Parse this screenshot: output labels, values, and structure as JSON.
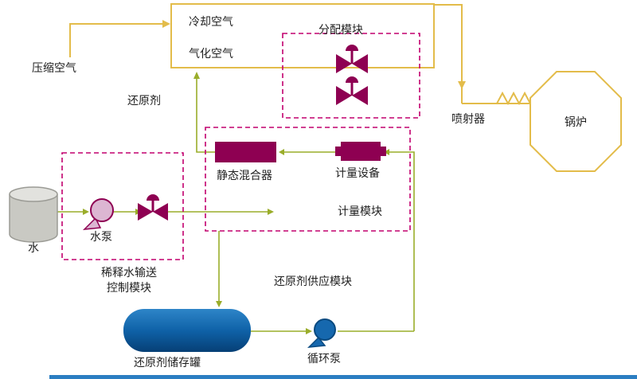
{
  "page": {
    "background": "#ffffff",
    "footer_bar_color": "#2b7ec2"
  },
  "diagram": {
    "labels": {
      "compressed_air": "压缩空气",
      "cooling_air": "冷却空气",
      "gasification_air": "气化空气",
      "distribution_module": "分配模块",
      "reducing_agent": "还原剂",
      "injector": "喷射器",
      "boiler": "锅炉",
      "static_mixer": "静态混合器",
      "metering_device": "计量设备",
      "metering_module": "计量模块",
      "water": "水",
      "water_pump": "水泵",
      "dilution_module_line1": "稀释水输送",
      "dilution_module_line2": "控制模块",
      "reducing_agent_supply_module": "还原剂供应模块",
      "storage_tank": "还原剂储存罐",
      "circulation_pump": "循环泵"
    },
    "colors": {
      "air_line": "#e3bc4a",
      "liquid_line": "#9aad2a",
      "module_border": "#c2006e",
      "equipment_fill": "#8e0052",
      "water_pump_fill": "#dcb6d2",
      "tank_gray": "#c9c9c3",
      "tank_blue": "#0f62a8",
      "pump_blue": "#1668ae"
    }
  }
}
